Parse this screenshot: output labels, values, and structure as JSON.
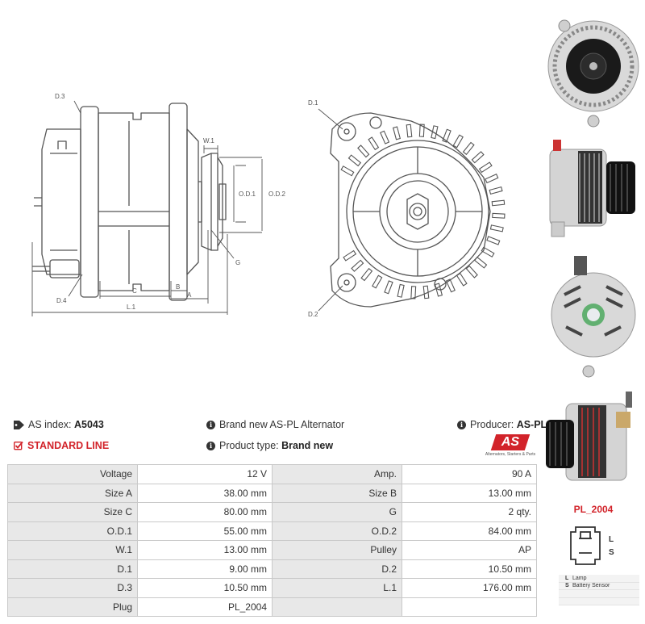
{
  "drawing": {
    "labels": {
      "d3": "D.3",
      "w1": "W.1",
      "od1": "O.D.1",
      "od2": "O.D.2",
      "g": "G",
      "d4": "D.4",
      "c": "C",
      "b": "B",
      "a": "A",
      "l1": "L.1",
      "d1": "D.1",
      "d2": "D.2"
    }
  },
  "info": {
    "as_index_label": "AS index:",
    "as_index_value": "A5043",
    "description": "Brand new AS-PL Alternator",
    "producer_label": "Producer:",
    "producer_value": "AS-PL",
    "standard_line": "STANDARD LINE",
    "product_type_label": "Product type:",
    "product_type_value": "Brand new",
    "logo_text": "AS",
    "logo_tagline": "Alternators, Starters & Parts"
  },
  "specs": [
    [
      "Voltage",
      "12 V",
      "Amp.",
      "90 A"
    ],
    [
      "Size A",
      "38.00 mm",
      "Size B",
      "13.00 mm"
    ],
    [
      "Size C",
      "80.00 mm",
      "G",
      "2 qty."
    ],
    [
      "O.D.1",
      "55.00 mm",
      "O.D.2",
      "84.00 mm"
    ],
    [
      "W.1",
      "13.00 mm",
      "Pulley",
      "AP"
    ],
    [
      "D.1",
      "9.00 mm",
      "D.2",
      "10.50 mm"
    ],
    [
      "D.3",
      "10.50 mm",
      "L.1",
      "176.00 mm"
    ],
    [
      "Plug",
      "PL_2004",
      "",
      ""
    ]
  ],
  "plug": {
    "title": "PL_2004",
    "pin_l": "L",
    "pin_s": "S",
    "legend": [
      {
        "key": "L",
        "value": "Lamp"
      },
      {
        "key": "S",
        "value": "Battery Sensor"
      },
      {
        "key": "",
        "value": ""
      },
      {
        "key": "",
        "value": ""
      }
    ]
  },
  "colors": {
    "accent": "#d2232a",
    "label_bg": "#e8e8e8",
    "border": "#c9c9c9"
  }
}
